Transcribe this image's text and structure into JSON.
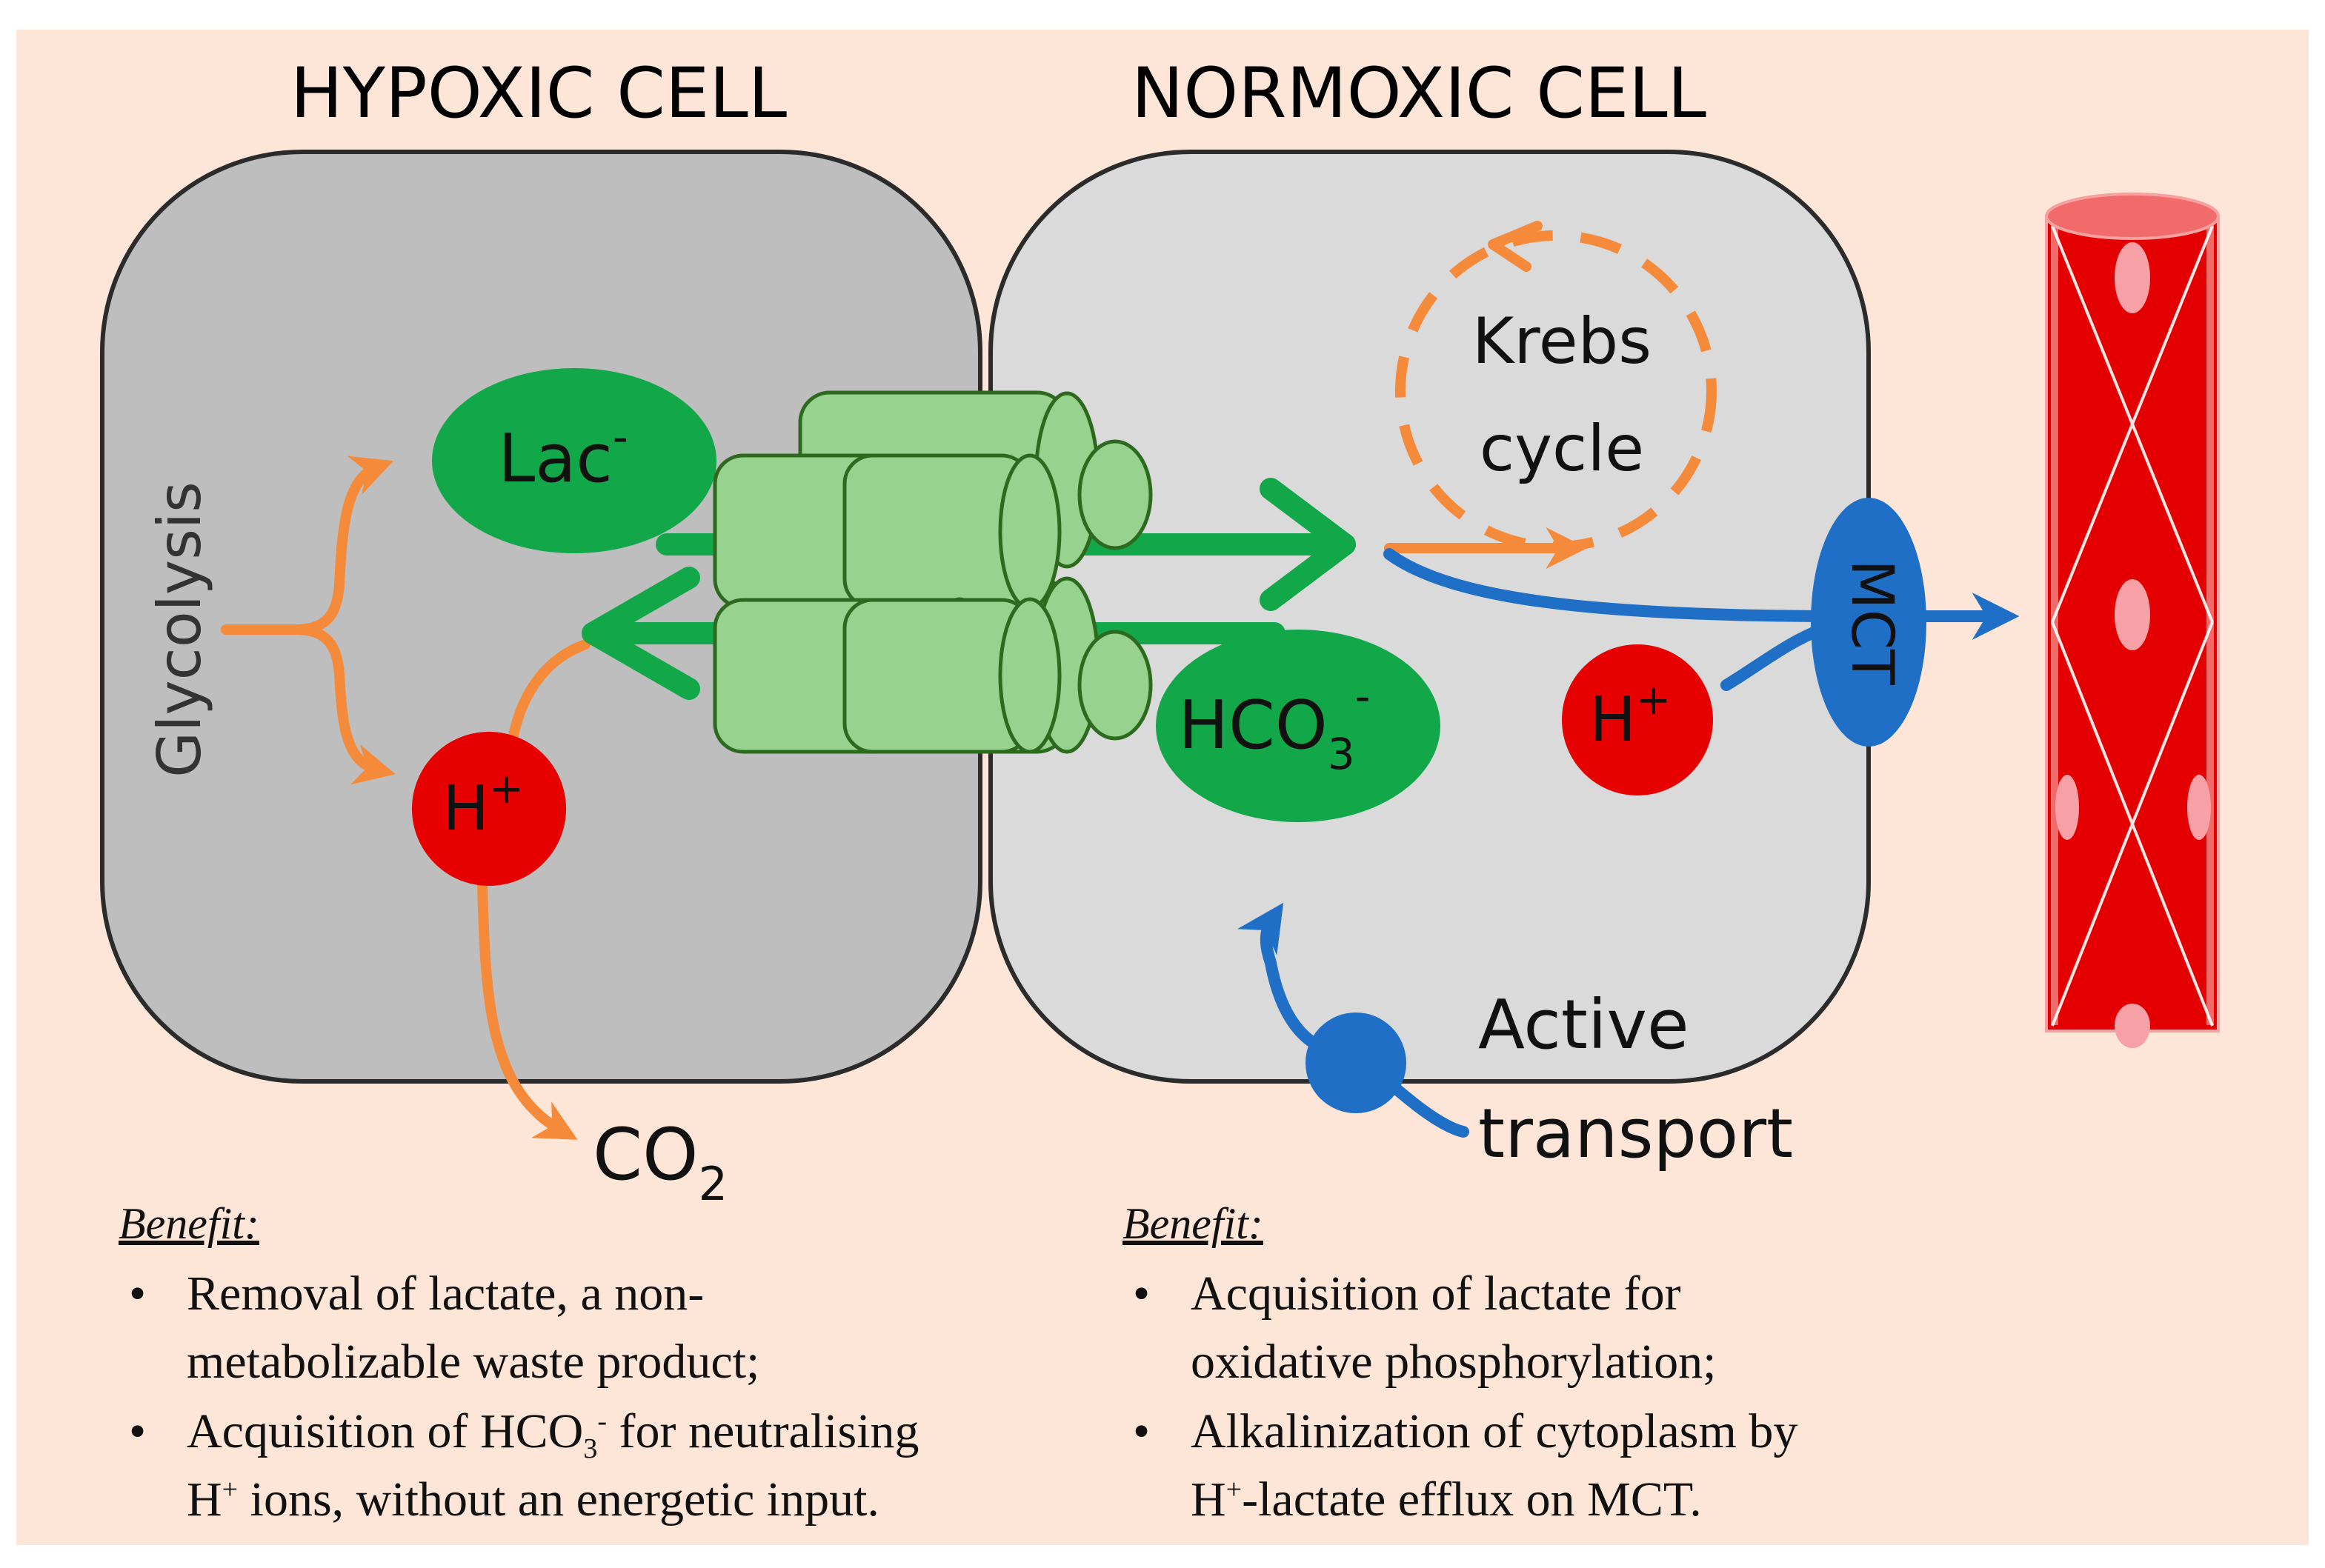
{
  "colors": {
    "background": "#fde5d7",
    "hypoxic_cell": "#bebebe",
    "normoxic_cell": "#dadada",
    "green": "#12a84a",
    "light_green": "#97d38f",
    "red": "#e60000",
    "orange": "#f58a3a",
    "blue": "#1f6fc6",
    "vessel": "#e40000"
  },
  "titles": {
    "hypoxic": "HYPOXIC CELL",
    "normoxic": "NORMOXIC CELL"
  },
  "labels": {
    "glycolysis": "Glycolysis",
    "lac_base": "Lac",
    "lac_charge": "-",
    "h_base": "H",
    "h_charge": "+",
    "co2_base": "CO",
    "co2_sub": "2",
    "hco3_base": "HCO",
    "hco3_sub": "3",
    "hco3_charge": "-",
    "krebs_line1": "Krebs",
    "krebs_line2": "cycle",
    "mct": "MCT",
    "active_line1": "Active",
    "active_line2": "transport"
  },
  "benefits": {
    "left": {
      "heading": "Benefit:",
      "bullet": "•",
      "item1_line1": "Removal of lactate, a non-",
      "item1_line2": "metabolizable waste product;",
      "item2_pre": "Acquisition of HCO",
      "item2_sub": "3",
      "item2_sup": "-",
      "item2_post": " for neutralising",
      "item2_line2_base": "H",
      "item2_line2_sup": "+",
      "item2_line2_post": " ions, without an energetic input."
    },
    "right": {
      "heading": "Benefit:",
      "bullet": "•",
      "item1_line1": "Acquisition of lactate for",
      "item1_line2": "oxidative phosphorylation;",
      "item2_line1": "Alkalinization of cytoplasm by",
      "item2_line2_base": "H",
      "item2_line2_sup": "+",
      "item2_line2_post": "-lactate efflux on MCT."
    }
  }
}
